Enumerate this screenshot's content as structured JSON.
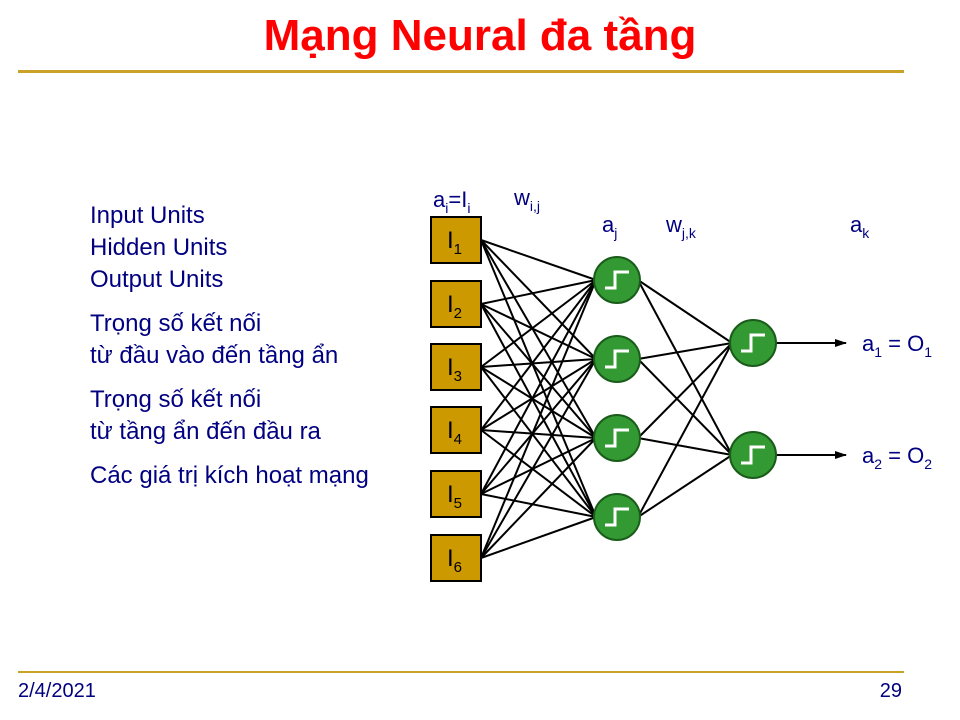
{
  "title": "Mạng Neural đa tầng",
  "labels": {
    "units": [
      "Input Units",
      "Hidden Units",
      "Output Units"
    ],
    "weights_in": [
      "Trọng số kết nối",
      "từ đầu vào đến tầng ẩn"
    ],
    "weights_out": [
      "Trọng số kết nối",
      "từ tầng ẩn đến đầu ra"
    ],
    "activation": "Các giá trị kích hoạt mạng"
  },
  "diagram": {
    "inputs": [
      {
        "base": "I",
        "sub": "1"
      },
      {
        "base": "I",
        "sub": "2"
      },
      {
        "base": "I",
        "sub": "3"
      },
      {
        "base": "I",
        "sub": "4"
      },
      {
        "base": "I",
        "sub": "5"
      },
      {
        "base": "I",
        "sub": "6"
      }
    ],
    "hidden_count": 4,
    "outputs": [
      {
        "a": "a",
        "a_sub": "1",
        "eq": "=",
        "o": "O",
        "o_sub": "1"
      },
      {
        "a": "a",
        "a_sub": "2",
        "eq": "=",
        "o": "O",
        "o_sub": "2"
      }
    ],
    "header_ai": {
      "a": "a",
      "a_sub": "i",
      "eq": "=",
      "i": "I",
      "i_sub": "i"
    },
    "header_wij": {
      "base": "w",
      "sub": "i,j"
    },
    "header_aj": {
      "base": "a",
      "sub": "j"
    },
    "header_wjk": {
      "base": "w",
      "sub": "j,k"
    },
    "header_ak": {
      "base": "a",
      "sub": "k"
    },
    "colors": {
      "input_fill": "#cc9900",
      "node_fill": "#339933",
      "node_stroke": "#1a5c1a",
      "text": "#000080",
      "title": "#ff0000",
      "rule": "#c9a227"
    }
  },
  "footer": {
    "date": "2/4/2021",
    "page": "29"
  }
}
